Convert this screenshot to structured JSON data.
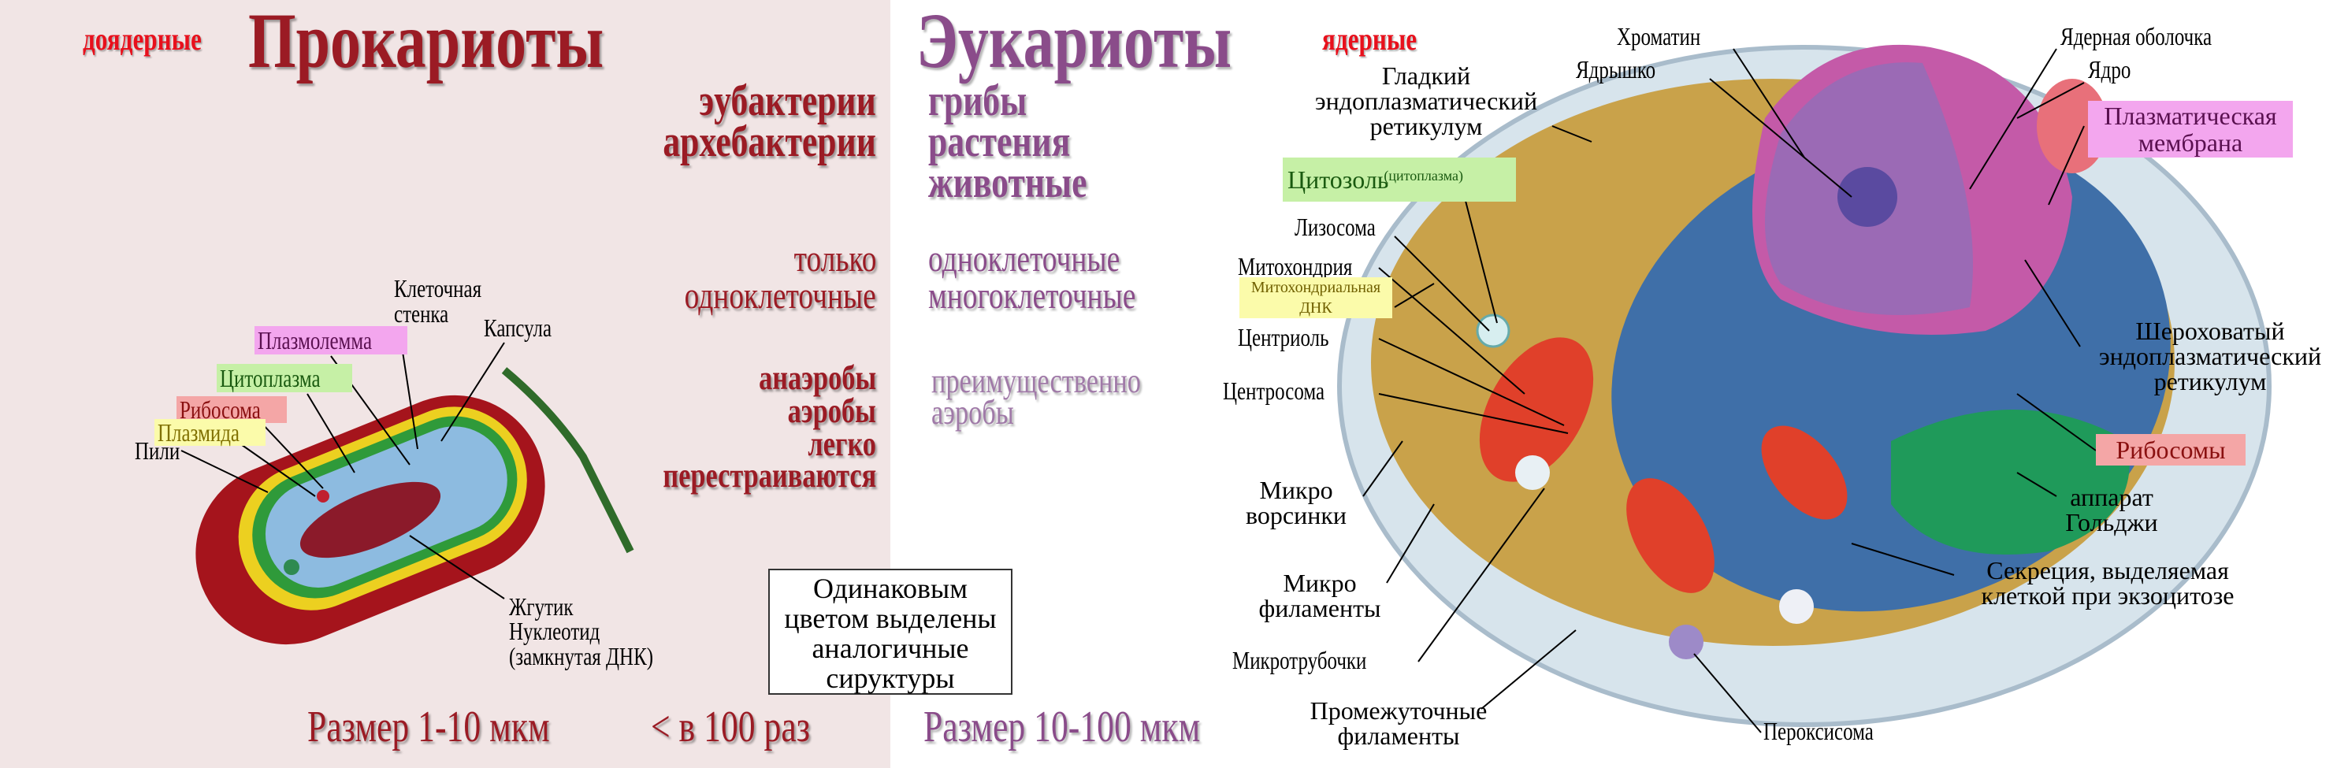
{
  "prokaryotes": {
    "prefix": "доядерные",
    "title": "Прокариоты",
    "groups": [
      "эубактерии",
      "архебактерии"
    ],
    "cellularity": [
      "только",
      "одноклеточные"
    ],
    "respiration": [
      "анаэробы",
      "аэробы",
      "легко",
      "перестраиваются"
    ],
    "size": "Размер 1-10 мкм",
    "comparison": "< в 100 раз",
    "labels": {
      "cell_wall": [
        "Клеточная",
        "стенка"
      ],
      "capsule": "Капсула",
      "plasmalemma": "Плазмолемма",
      "cytoplasm": "Цитоплазма",
      "ribosome": "Рибосома",
      "plasmid": "Плазмида",
      "pili": "Пили",
      "flagellum": "Жгутик",
      "nucleoid": "Нуклеотид",
      "circular_dna": "(замкнутая ДНК)"
    }
  },
  "eukaryotes": {
    "title": "Эукариоты",
    "suffix": "ядерные",
    "groups": [
      "грибы",
      "растения",
      "животные"
    ],
    "cellularity": [
      "одноклеточные",
      "многоклеточные"
    ],
    "respiration": [
      "преимущественно",
      "аэробы"
    ],
    "size": "Размер 10-100 мкм",
    "labels": {
      "chromatin": "Хроматин",
      "nuclear_envelope": "Ядерная оболочка",
      "nucleus": "Ядро",
      "nucleolus": "Ядрышко",
      "smooth_er": [
        "Гладкий",
        "эндоплазматический",
        "ретикулум"
      ],
      "plasma_membrane": [
        "Плазматическая",
        "мембрана"
      ],
      "cytosol": "Цитозоль",
      "cytosol_note": "(цитоплазма)",
      "lysosome": "Лизосома",
      "mitochondrion": "Митохондрия",
      "mito_dna": [
        "Митохондриальная",
        "ДНК"
      ],
      "centriole": "Центриоль",
      "centrosome": "Центросома",
      "rough_er": [
        "Шероховатый",
        "эндоплазматический",
        "ретикулум"
      ],
      "ribosomes": "Рибосомы",
      "golgi": [
        "аппарат",
        "Гольджи"
      ],
      "microvilli": [
        "Микро",
        "ворсинки"
      ],
      "secretion": [
        "Секреция, выделяемая",
        "клеткой при экзоцитозе"
      ],
      "microfilaments": [
        "Микро",
        "филаменты"
      ],
      "microtubules": "Микротрубочки",
      "intermediate_filaments": [
        "Промежуточные",
        "филаменты"
      ],
      "peroxisome": "Пероксисома"
    }
  },
  "note": [
    "Одинаковым",
    "цветом выделены",
    "аналогичные",
    "сируктуры"
  ]
}
